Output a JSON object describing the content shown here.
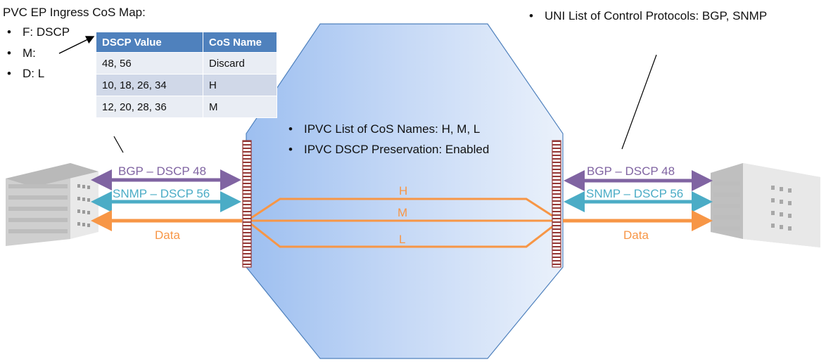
{
  "cos_map": {
    "title": "PVC EP Ingress CoS Map:",
    "items": [
      "F: DSCP",
      "M:",
      "D: L"
    ]
  },
  "table": {
    "headers": [
      "DSCP Value",
      "CoS Name"
    ],
    "rows": [
      [
        "48, 56",
        "Discard"
      ],
      [
        "10, 18, 26, 34",
        "H"
      ],
      [
        "12, 20, 28, 36",
        "M"
      ]
    ]
  },
  "uni_note": "UNI List of Control Protocols: BGP, SNMP",
  "ipvc_notes": [
    "IPVC List of CoS Names: H, M, L",
    "IPVC DSCP Preservation: Enabled"
  ],
  "left_flows": {
    "bgp": "BGP – DSCP 48",
    "snmp": "SNMP – DSCP 56",
    "data": "Data"
  },
  "right_flows": {
    "bgp": "BGP – DSCP 48",
    "snmp": "SNMP – DSCP 56",
    "data": "Data"
  },
  "cos_lanes": [
    "H",
    "M",
    "L"
  ],
  "colors": {
    "bgp": "#8064a2",
    "snmp": "#4bacc6",
    "data": "#f79646",
    "octagon_fill": "#c6d9f1",
    "octagon_stroke": "#4f81bd",
    "interface": "#943634",
    "table_header": "#4f81bd"
  }
}
